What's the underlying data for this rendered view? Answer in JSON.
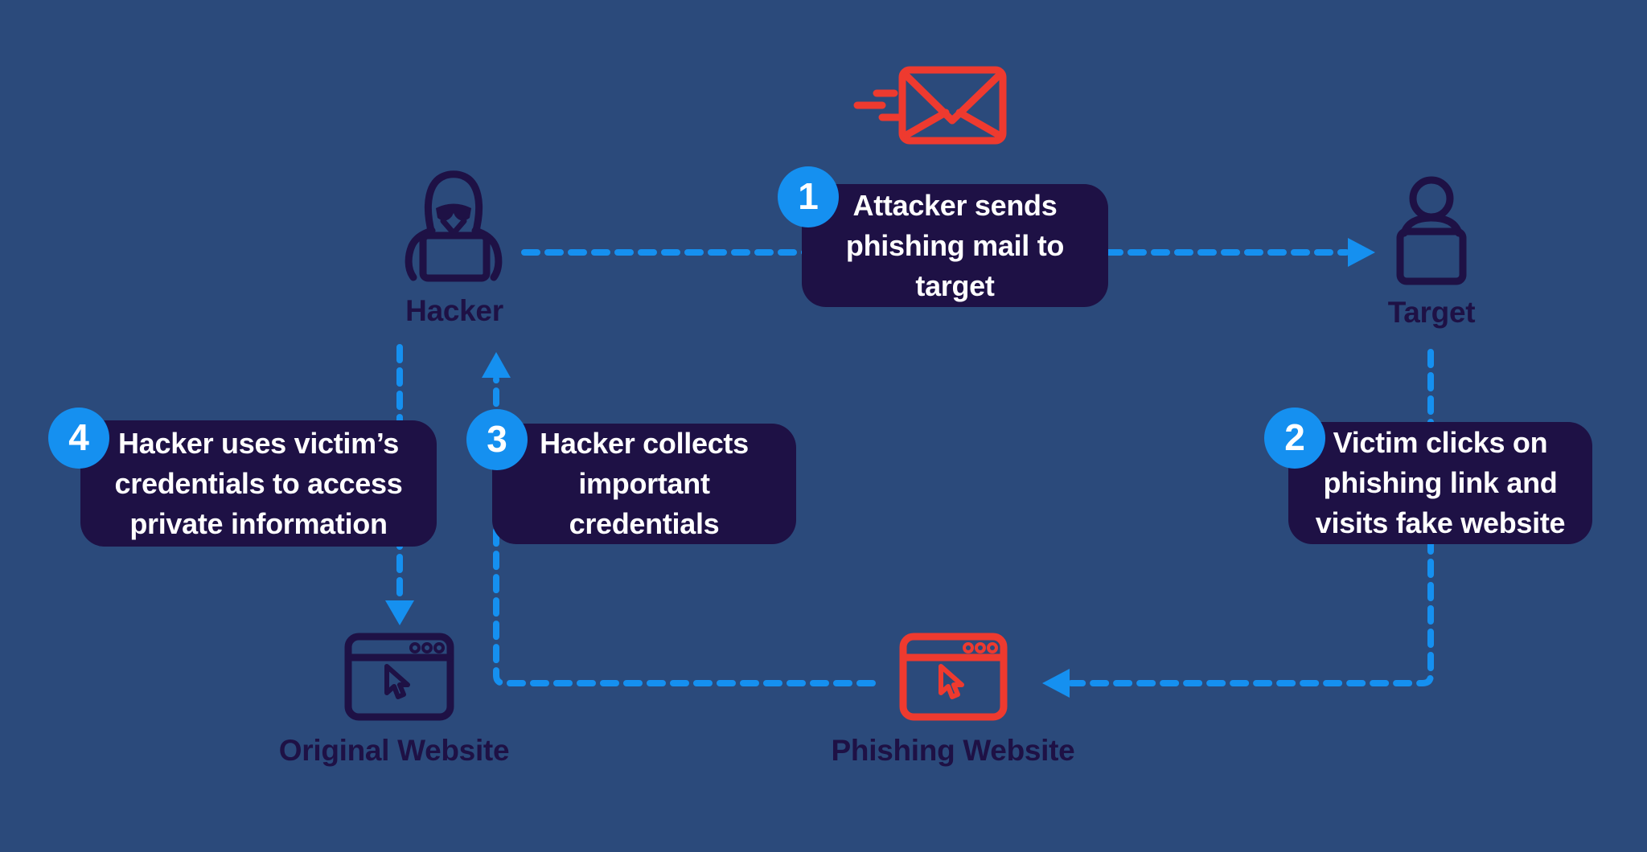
{
  "palette": {
    "background": "#2b4a7b",
    "box_dark": "#1e1145",
    "accent_blue": "#1590f0",
    "accent_red": "#ee3a2f",
    "text_white": "#ffffff"
  },
  "actors": {
    "hacker": {
      "label": "Hacker",
      "icon": "hacker-hooded-laptop-icon"
    },
    "target": {
      "label": "Target",
      "icon": "person-icon"
    },
    "original_website": {
      "label": "Original Website",
      "icon": "browser-cursor-icon"
    },
    "phishing_website": {
      "label": "Phishing Website",
      "icon": "browser-cursor-icon"
    }
  },
  "mail_icon": "speeding-envelope-icon",
  "steps": [
    {
      "number": "1",
      "lines": [
        "Attacker sends",
        "phishing mail to",
        "target"
      ]
    },
    {
      "number": "2",
      "lines": [
        "Victim clicks on",
        "phishing link and",
        "visits fake website"
      ]
    },
    {
      "number": "3",
      "lines": [
        "Hacker collects",
        "important",
        "credentials"
      ]
    },
    {
      "number": "4",
      "lines": [
        "Hacker uses victim’s",
        "credentials to access",
        "private information"
      ]
    }
  ]
}
